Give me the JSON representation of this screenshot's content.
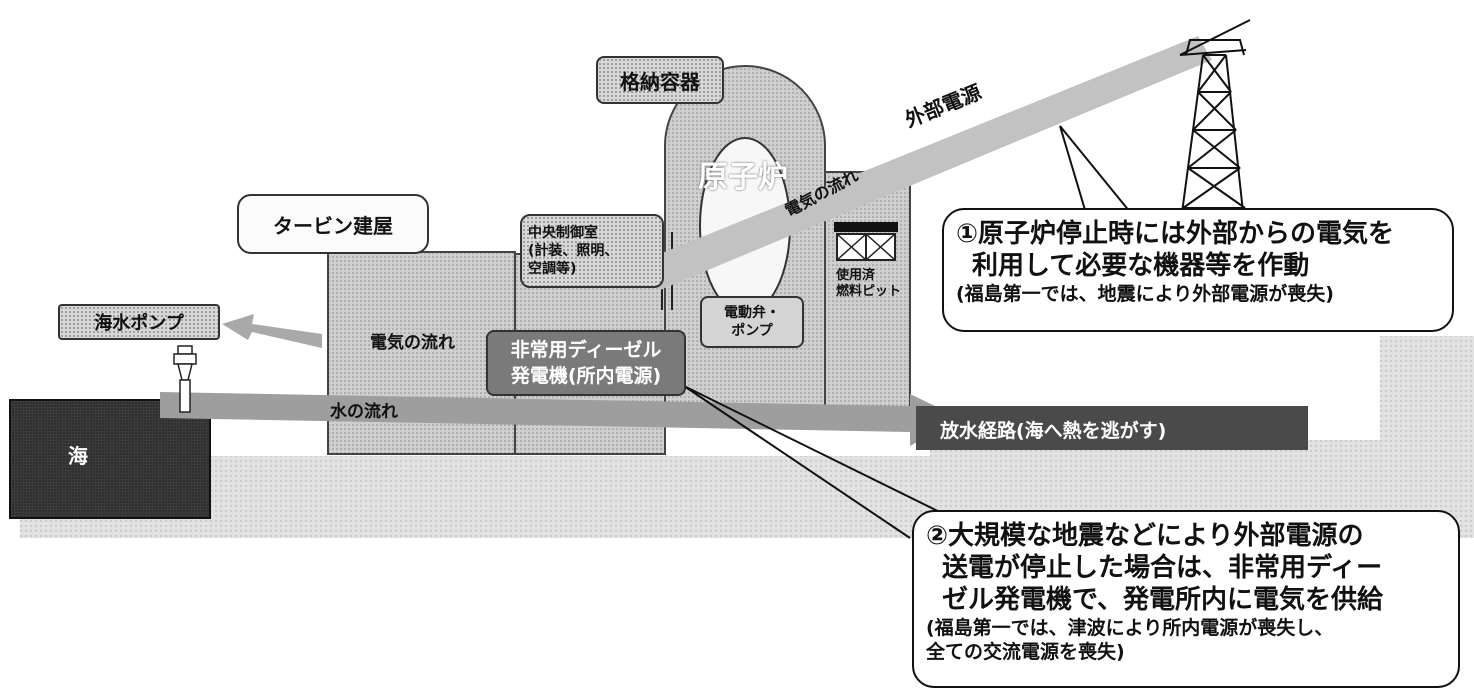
{
  "labels": {
    "containment": "格納容器",
    "reactor": "原子炉",
    "turbine_building": "タービン建屋",
    "control_room": [
      "中央制御室",
      "(計装、照明、",
      "空調等)"
    ],
    "seawater_pump": "海水ポンプ",
    "sea": "海",
    "power_flow_turbine": "電気の流れ",
    "water_flow": "水の流れ",
    "diesel_generator": [
      "非常用ディーゼル",
      "発電機(所内電源)"
    ],
    "motor_valve_pump": [
      "電動弁・",
      "ポンプ"
    ],
    "spent_fuel_pit": [
      "使用済",
      "燃料ピット"
    ],
    "external_power": "外部電源",
    "power_flow_diagonal": "電気の流れ",
    "discharge_route": "放水経路(海へ熱を逃がす)"
  },
  "callouts": {
    "first": {
      "main": [
        "①原子炉停止時には外部からの電気を",
        "利用して必要な機器等を作動"
      ],
      "sub": "(福島第一では、地震により外部電源が喪失)"
    },
    "second": {
      "main": [
        "②大規模な地震などにより外部電源の",
        "送電が停止した場合は、非常用ディー",
        "ゼル発電機で、発電所内に電気を供給"
      ],
      "sub": [
        "(福島第一では、津波により所内電源が喪失し、",
        "全ての交流電源を喪失)"
      ]
    }
  }
}
